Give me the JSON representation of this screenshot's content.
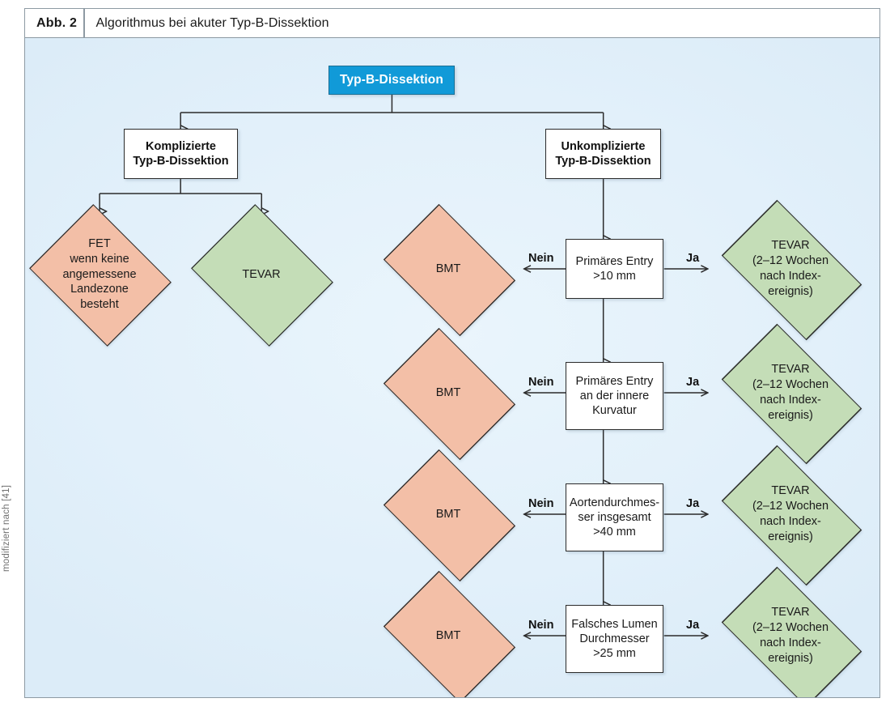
{
  "figure": {
    "label": "Abb. 2",
    "title": "Algorithmus bei akuter Typ-B-Dissektion",
    "credit": "modifiziert nach [41]"
  },
  "colors": {
    "root_fill": "#119ad8",
    "salmon_fill": "#f3bfa7",
    "green_fill": "#c4ddb7",
    "canvas_bg": "#e4f1fa",
    "stroke": "#2b2b2b",
    "frame": "#8d9aa3"
  },
  "nodes": {
    "root": "Typ-B-Dissektion",
    "branch_left": "Komplizierte\nTyp-B-Dissektion",
    "branch_right": "Unkomplizierte\nTyp-B-Dissektion",
    "fet": "FET\nwenn keine\nangemessene\nLandezone\nbesteht",
    "tevar_simple": "TEVAR",
    "bmt": "BMT",
    "tevar_delayed": "TEVAR\n(2–12 Wochen\nnach Index-\nereignis)"
  },
  "edge_labels": {
    "no": "Nein",
    "yes": "Ja"
  },
  "decisions": [
    {
      "text": "Primäres Entry\n>10 mm"
    },
    {
      "text": "Primäres Entry\nan der innere\nKurvatur"
    },
    {
      "text": "Aortendurchmes-\nser insgesamt\n>40 mm"
    },
    {
      "text": "Falsches Lumen\nDurchmesser\n>25 mm"
    }
  ],
  "decision_rows": [
    {
      "no_label": "Nein",
      "yes_label": "Ja",
      "no_target": "BMT",
      "yes_target": "TEVAR\n(2–12 Wochen\nnach Index-\nereignis)"
    },
    {
      "no_label": "Nein",
      "yes_label": "Ja",
      "no_target": "BMT",
      "yes_target": "TEVAR\n(2–12 Wochen\nnach Index-\nereignis)"
    },
    {
      "no_label": "Nein",
      "yes_label": "Ja",
      "no_target": "BMT",
      "yes_target": "TEVAR\n(2–12 Wochen\nnach Index-\nereignis)"
    },
    {
      "no_label": "Nein",
      "yes_label": "Ja",
      "no_target": "BMT",
      "yes_target": "TEVAR\n(2–12 Wochen\nnach Index-\nereignis)"
    }
  ]
}
